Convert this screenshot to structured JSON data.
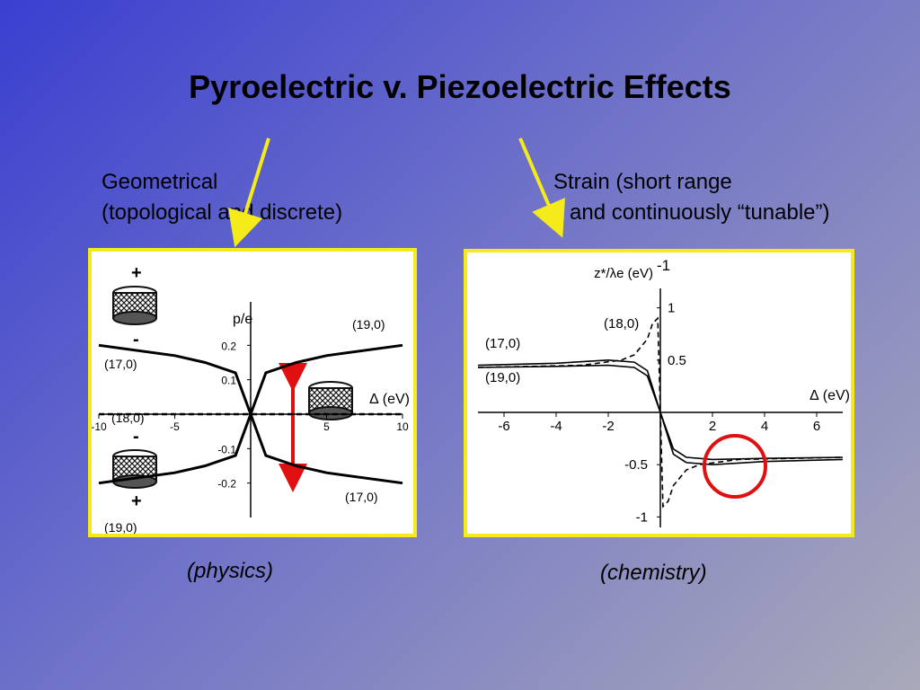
{
  "slide": {
    "title": "Pyroelectric v. Piezoelectric Effects",
    "left_caption": [
      "Geometrical",
      "(topological and discrete)"
    ],
    "right_caption": [
      "Strain (short range",
      "and continuously “tunable”)"
    ],
    "left_label": "(physics)",
    "right_label": "(chemistry)",
    "arrow_color": "#f5ea1a",
    "frame_color": "#f5ea1a",
    "highlight_color": "#e01010"
  },
  "chart_data": [
    {
      "type": "line",
      "subject": "physics",
      "ylabel": "p/e",
      "xlabel": "∆ (eV)",
      "xticks": [
        -10,
        -5,
        5,
        10
      ],
      "yticks": [
        0.2,
        0.1,
        -0.1,
        -0.2
      ],
      "xlim": [
        -10,
        10
      ],
      "ylim": [
        -0.3,
        0.3
      ],
      "series": [
        {
          "name": "(17,0)",
          "style": "solid",
          "x": [
            -10,
            -5,
            -3,
            -1,
            0,
            1,
            3,
            5,
            10
          ],
          "y": [
            0.2,
            0.17,
            0.15,
            0.12,
            0,
            -0.12,
            -0.15,
            -0.17,
            -0.2
          ]
        },
        {
          "name": "(19,0)",
          "style": "solid",
          "x": [
            -10,
            -5,
            -3,
            -1,
            0,
            1,
            3,
            5,
            10
          ],
          "y": [
            -0.2,
            -0.17,
            -0.15,
            -0.12,
            0,
            0.12,
            0.15,
            0.17,
            0.2
          ]
        },
        {
          "name": "(18,0)",
          "style": "dashed",
          "x": [
            -10,
            10
          ],
          "y": [
            0,
            0
          ]
        }
      ],
      "annotations": [
        "+",
        "-",
        "-",
        "+"
      ]
    },
    {
      "type": "line",
      "subject": "chemistry",
      "ylabel": "z*/λe (eV)",
      "ylabel_sup": "-1",
      "xlabel": "∆ (eV)",
      "xticks": [
        -6,
        -4,
        -2,
        2,
        4,
        6
      ],
      "yticks": [
        1,
        0.5,
        -0.5,
        -1
      ],
      "xlim": [
        -7,
        7
      ],
      "ylim": [
        -1.1,
        1.1
      ],
      "series": [
        {
          "name": "(17,0)",
          "style": "solid",
          "x": [
            -7,
            -4,
            -2,
            -1,
            -0.5,
            0,
            0.5,
            1,
            2,
            4,
            7
          ],
          "y": [
            0.45,
            0.47,
            0.5,
            0.48,
            0.4,
            0,
            -0.4,
            -0.48,
            -0.5,
            -0.47,
            -0.45
          ]
        },
        {
          "name": "(19,0)",
          "style": "solid",
          "x": [
            -7,
            -4,
            -2,
            -1,
            -0.5,
            0,
            0.5,
            1,
            2,
            4,
            7
          ],
          "y": [
            0.43,
            0.44,
            0.45,
            0.43,
            0.35,
            0,
            -0.35,
            -0.43,
            -0.45,
            -0.44,
            -0.43
          ]
        },
        {
          "name": "(18,0)",
          "style": "dashed",
          "x": [
            -7,
            -3,
            -1.5,
            -1,
            -0.5,
            -0.3,
            -0.1,
            0,
            0.1,
            0.3,
            0.5,
            1,
            1.5,
            3,
            7
          ],
          "y": [
            0.43,
            0.45,
            0.5,
            0.55,
            0.7,
            0.85,
            0.9,
            0,
            -0.9,
            -0.85,
            -0.7,
            -0.55,
            -0.5,
            -0.45,
            -0.43
          ]
        }
      ]
    }
  ]
}
